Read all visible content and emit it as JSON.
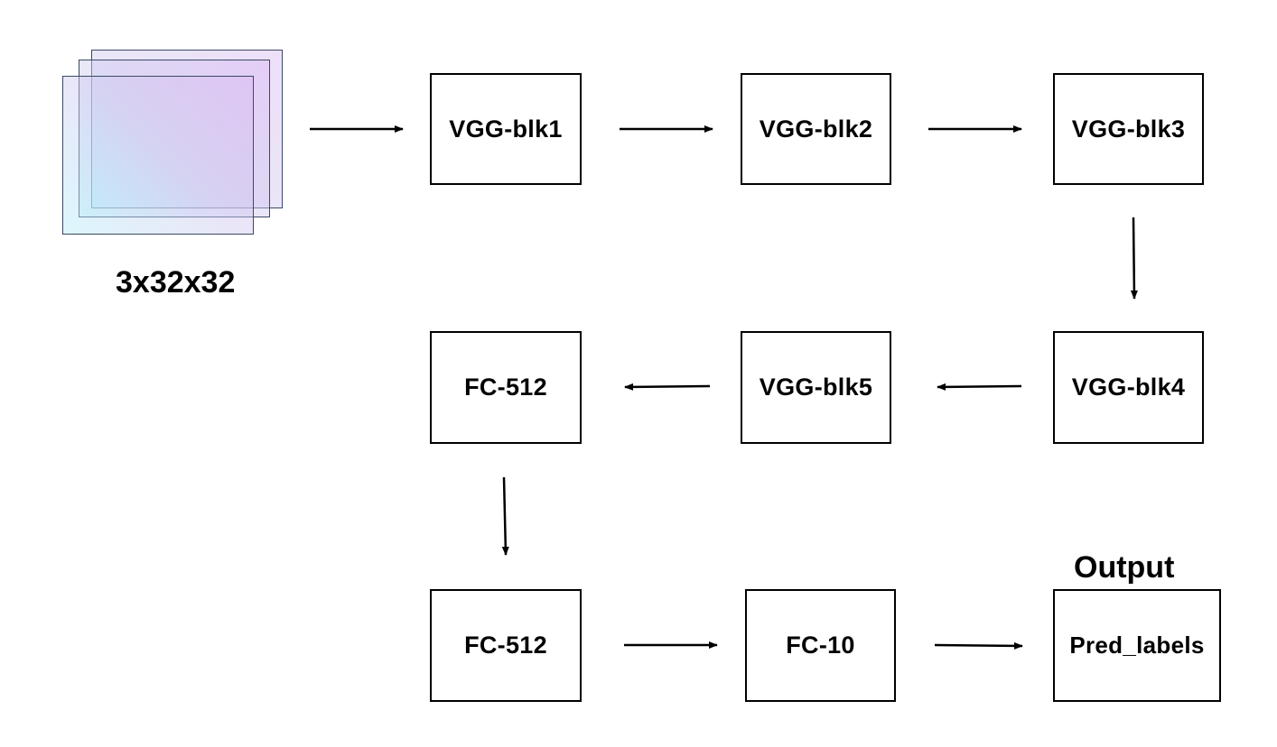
{
  "input": {
    "size_label": "3x32x32",
    "layer_colors": [
      "#b3ecfa",
      "#cfc7ef",
      "#d9b8f2"
    ]
  },
  "blocks": {
    "vgg1": "VGG-blk1",
    "vgg2": "VGG-blk2",
    "vgg3": "VGG-blk3",
    "vgg4": "VGG-blk4",
    "vgg5": "VGG-blk5",
    "fc512_first": "FC-512",
    "fc512_second": "FC-512",
    "fc10": "FC-10",
    "pred": "Pred_labels"
  },
  "output_label": "Output",
  "colors": {
    "line": "#000000",
    "layer_border": "#3a4a66"
  }
}
